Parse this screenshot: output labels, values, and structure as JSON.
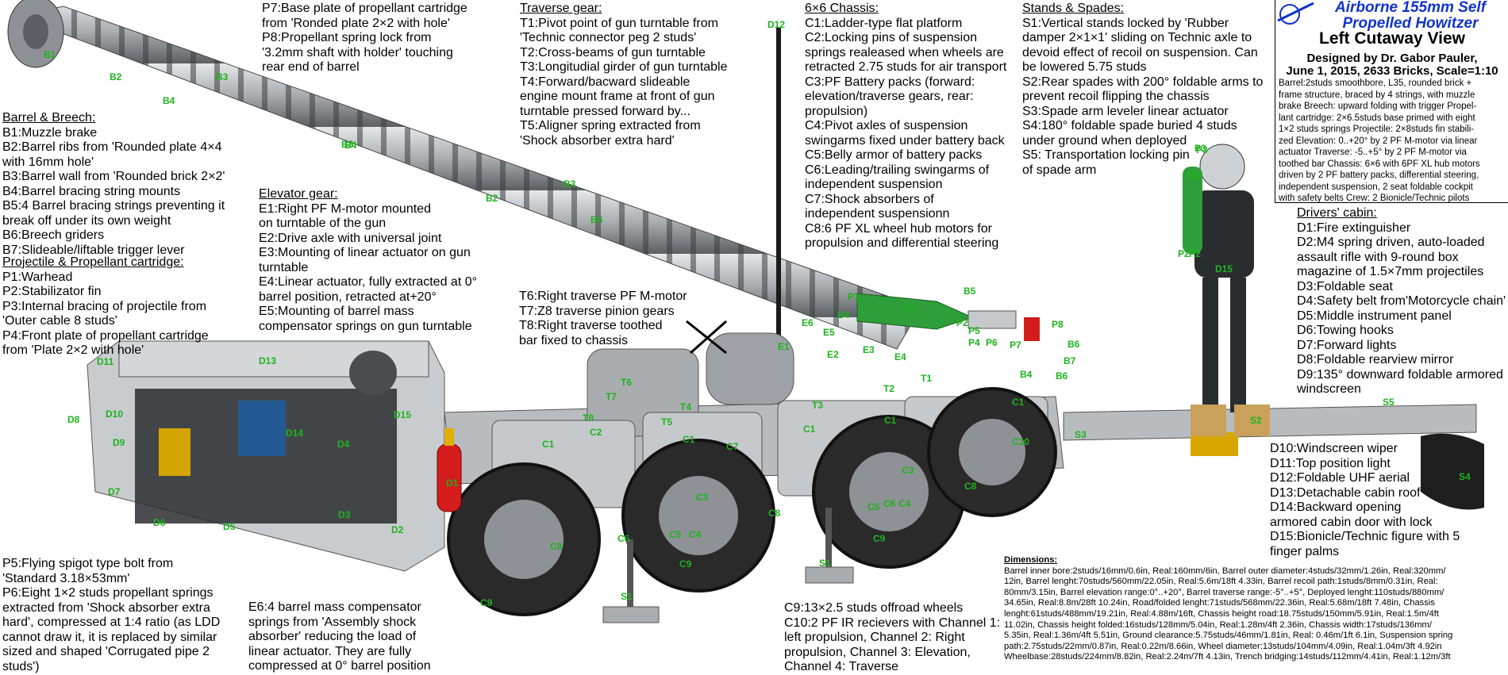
{
  "header": {
    "title": "Airborne 155mm Self Propelled Howitzer",
    "view": "Left Cutaway View",
    "author": "Designed by Dr. Gabor Pauler,",
    "date_line": "June 1, 2015, 2633 Bricks, Scale=1:10",
    "spec_lines": [
      "Barrel:2studs smoothbore, L35, rounded brick +",
      "frame structure, braced by 4 strings, with muzzle",
      "brake Breech: upward folding with trigger Propel-",
      "lant cartridge: 2×6.5studs base primed with eight",
      "1×2 studs springs Projectile: 2×8studs fin stabili-",
      "zed Elevation: 0..+20° by 2 PF M-motor via linear",
      "actuator Traverse: -5..+5° by 2 PF M-motor via",
      "toothed bar Chassis: 6×6 with 6PF XL hub motors",
      "driven by 2 PF battery packs, differential steering,",
      "independent suspension, 2 seat foldable cockpit",
      "with safety belts Crew: 2 Bionicle/Technic pilots"
    ]
  },
  "legend": {
    "barrel": {
      "heading": "Barrel & Breech:",
      "lines": [
        "B1:Muzzle brake",
        "B2:Barrel ribs from 'Rounded plate 4×4",
        "with 16mm hole'",
        "B3:Barrel wall from 'Rounded brick 2×2'",
        "B4:Barrel bracing string mounts",
        "B5:4 Barrel bracing strings preventing it",
        "break off under its own weight",
        "B6:Breech griders",
        "B7:Slideable/liftable trigger lever"
      ]
    },
    "projectile": {
      "heading": "Projectile & Propellant cartridge:",
      "lines": [
        "P1:Warhead",
        "P2:Stabilizator fin",
        "P3:Internal bracing of projectile from",
        "'Outer cable 8 studs'",
        "P4:Front plate of propellant cartridge",
        "from 'Plate 2×2 with hole'"
      ]
    },
    "p7p8": {
      "lines": [
        "P7:Base plate of propellant cartridge",
        "from 'Ronded plate 2×2 with hole'",
        "P8:Propellant spring lock from",
        "'3.2mm shaft with holder' touching",
        "rear end of barrel"
      ]
    },
    "elevator": {
      "heading": "Elevator gear:",
      "lines": [
        "E1:Right PF M-motor mounted",
        "on turntable of the gun",
        "E2:Drive axle with universal joint",
        "E3:Mounting of linear actuator on gun",
        "turntable",
        "E4:Linear actuator, fully extracted at 0°",
        "barrel position, retracted at+20°",
        "E5:Mounting of barrel mass",
        "compensator springs on gun turntable"
      ]
    },
    "traverse": {
      "heading": "Traverse gear:",
      "lines": [
        "T1:Pivot point of gun turntable from",
        "'Technic connector peg 2 studs'",
        "T2:Cross-beams of gun turntable",
        "T3:Longitudial girder of gun turntable",
        "T4:Forward/bacward slideable",
        "engine mount frame at front of gun",
        "turntable pressed forward by...",
        "T5:Aligner spring extracted from",
        "'Shock absorber extra hard'"
      ]
    },
    "traverse2": {
      "lines": [
        "T6:Right traverse PF M-motor",
        "T7:Z8 traverse pinion gears",
        "T8:Right traverse toothed",
        "bar fixed to chassis"
      ]
    },
    "chassis": {
      "heading": "6×6 Chassis:",
      "lines": [
        "C1:Ladder-type flat platform",
        "C2:Locking pins of suspension",
        "springs realeased when wheels are",
        "retracted 2.75 studs for air transport",
        "C3:PF Battery packs (forward:",
        "elevation/traverse gears, rear:",
        "propulsion)",
        "C4:Pivot axles of suspension",
        "swingarms fixed under battery back",
        "C5:Belly armor of battery packs",
        "C6:Leading/trailing swingarms of",
        "independent suspension",
        "C7:Shock absorbers of",
        "independent suspensionn",
        "C8:6 PF XL wheel hub motors for",
        "propulsion and differential steering"
      ]
    },
    "spades": {
      "heading": "Stands & Spades:",
      "lines": [
        "S1:Vertical stands locked by 'Rubber",
        "damper 2×1×1' sliding on Technic axle to",
        "devoid effect of recoil on suspension. Can",
        "be lowered 5.75 studs",
        "S2:Rear spades with 200° foldable arms to",
        "prevent recoil flipping the chassis",
        "S3:Spade arm leveler linear actuator",
        "S4:180° foldable spade buried 4 studs",
        "under ground when deployed",
        "S5: Transportation locking pin",
        "of spade arm"
      ]
    },
    "cabin": {
      "heading": "Drivers' cabin:",
      "lines": [
        "D1:Fire extinguisher",
        "D2:M4 spring driven, auto-loaded",
        "assault rifle with 9-round box",
        "magazine of 1.5×7mm projectiles",
        "D3:Foldable seat",
        "D4:Safety belt from'Motorcycle chain'",
        "D5:Middle instrument panel",
        "D6:Towing hooks",
        "D7:Forward lights",
        "D8:Foldable rearview mirror",
        "D9:135° downward foldable armored",
        "windscreen"
      ]
    },
    "cabin2": {
      "lines": [
        "D10:Windscreen wiper",
        "D11:Top position light",
        "D12:Foldable UHF aerial",
        "D13:Detachable cabin roof",
        "D14:Backward opening",
        "armored cabin door with lock",
        "D15:Bionicle/Technic figure with 5",
        "finger palms"
      ]
    },
    "p5p6": {
      "lines": [
        "P5:Flying spigot type bolt from",
        "'Standard 3.18×53mm'",
        "P6:Eight 1×2 studs propellant springs",
        "extracted from 'Shock absorber extra",
        "hard', compressed at 1:4 ratio (as LDD",
        "cannot draw it, it is replaced by similar",
        "sized and shaped 'Corrugated pipe 2",
        "studs')"
      ]
    },
    "e6": {
      "lines": [
        "E6:4 barrel mass compensator",
        "springs from 'Assembly shock",
        "absorber' reducing the load of",
        "linear actuator. They are fully",
        "compressed at 0° barrel position"
      ]
    },
    "wheels": {
      "lines": [
        "C9:13×2.5 studs offroad wheels",
        "C10:2 PF IR recievers with Channel 1:",
        "left propulsion, Channel 2: Right",
        "propulsion, Channel 3: Elevation,",
        "Channel 4: Traverse"
      ]
    }
  },
  "dimensions": {
    "heading": "Dimensions:",
    "lines": [
      "Barrel inner bore:2studs/16mm/0.6in, Real:160mm/6in, Barrel outer diameter:4studs/32mm/1.26in, Real:320mm/",
      "12in, Barrel lenght:70studs/560mm/22.05in, Real:5.6m/18ft 4.33in, Barrel recoil path:1studs/8mm/0.31in, Real:",
      "80mm/3.15in, Barrel elevation range:0°..+20°, Barrel traverse range:-5°..+5°, Deployed lenght:110studs/880mm/",
      "34.65in, Real:8.8m/28ft 10.24in, Road/folded lenght:71studs/568mm/22.36in, Real:5.68m/18ft 7.48in, Chassis",
      "lenght:61studs/488mm/19.21in, Real:4.88m/16ft, Chassis height road:18.75studs/150mm/5.91in, Real:1.5m/4ft",
      "11.02in, Chassis height folded:16studs/128mm/5.04in, Real:1.28m/4ft 2.36in, Chassis width:17studs/136mm/",
      "5.35in, Real:1.36m/4ft 5.51in, Ground clearance:5.75studs/46mm/1.81in, Real: 0.46m/1ft 6.1in, Suspension spring",
      "path:2.75studs/22mm/0.87in, Real:0.22m/8.66in, Wheel diameter:13studs/104mm/4.09in, Real:1.04m/3ft 4.92in",
      "Wheelbase:28studs/224mm/8.82in, Real:2.24m/7ft 4.13in, Trench bridging:14studs/112mm/4.41in, Real:1.12m/3ft"
    ]
  },
  "part_labels": [
    {
      "id": "B1",
      "text": "B1"
    },
    {
      "id": "B2a",
      "text": "B2"
    },
    {
      "id": "B3a",
      "text": "B3"
    },
    {
      "id": "B4a",
      "text": "B4"
    },
    {
      "id": "B3b",
      "text": "B3"
    },
    {
      "id": "B4b",
      "text": "B4"
    },
    {
      "id": "B2b",
      "text": "B2"
    },
    {
      "id": "B3c",
      "text": "B3"
    },
    {
      "id": "B4c",
      "text": "B4"
    },
    {
      "id": "B5",
      "text": "B5"
    },
    {
      "id": "B6a",
      "text": "B6"
    },
    {
      "id": "B6b",
      "text": "B6"
    },
    {
      "id": "B7",
      "text": "B7"
    },
    {
      "id": "B4d",
      "text": "B4"
    },
    {
      "id": "B4e",
      "text": "B4"
    },
    {
      "id": "P1a",
      "text": "P1"
    },
    {
      "id": "P1b",
      "text": "P1"
    },
    {
      "id": "P2a",
      "text": "P2"
    },
    {
      "id": "P2b",
      "text": "P2"
    },
    {
      "id": "P3a",
      "text": "P3"
    },
    {
      "id": "P3b",
      "text": "P3"
    },
    {
      "id": "P4",
      "text": "P4"
    },
    {
      "id": "P5",
      "text": "P5"
    },
    {
      "id": "P6",
      "text": "P6"
    },
    {
      "id": "P7",
      "text": "P7"
    },
    {
      "id": "P8",
      "text": "P8"
    },
    {
      "id": "E1",
      "text": "E1"
    },
    {
      "id": "E2",
      "text": "E2"
    },
    {
      "id": "E3",
      "text": "E3"
    },
    {
      "id": "E4",
      "text": "E4"
    },
    {
      "id": "E5",
      "text": "E5"
    },
    {
      "id": "E6",
      "text": "E6"
    },
    {
      "id": "T1",
      "text": "T1"
    },
    {
      "id": "T2",
      "text": "T2"
    },
    {
      "id": "T3",
      "text": "T3"
    },
    {
      "id": "T4",
      "text": "T4"
    },
    {
      "id": "T5",
      "text": "T5"
    },
    {
      "id": "T6",
      "text": "T6"
    },
    {
      "id": "T7",
      "text": "T7"
    },
    {
      "id": "T8",
      "text": "T8"
    },
    {
      "id": "C1a",
      "text": "C1"
    },
    {
      "id": "C1b",
      "text": "C1"
    },
    {
      "id": "C1c",
      "text": "C1"
    },
    {
      "id": "C1d",
      "text": "C1"
    },
    {
      "id": "C1e",
      "text": "C1"
    },
    {
      "id": "C2",
      "text": "C2"
    },
    {
      "id": "C3a",
      "text": "C3"
    },
    {
      "id": "C3b",
      "text": "C3"
    },
    {
      "id": "C4a",
      "text": "C4"
    },
    {
      "id": "C4b",
      "text": "C4"
    },
    {
      "id": "C5a",
      "text": "C5"
    },
    {
      "id": "C5b",
      "text": "C5"
    },
    {
      "id": "C6a",
      "text": "C6"
    },
    {
      "id": "C6b",
      "text": "C6"
    },
    {
      "id": "C7",
      "text": "C7"
    },
    {
      "id": "C8a",
      "text": "C8"
    },
    {
      "id": "C8b",
      "text": "C8"
    },
    {
      "id": "C8c",
      "text": "C8"
    },
    {
      "id": "C9a",
      "text": "C9"
    },
    {
      "id": "C9b",
      "text": "C9"
    },
    {
      "id": "C9c",
      "text": "C9"
    },
    {
      "id": "C10",
      "text": "C10"
    },
    {
      "id": "S1a",
      "text": "S1"
    },
    {
      "id": "S1b",
      "text": "S1"
    },
    {
      "id": "S2",
      "text": "S2"
    },
    {
      "id": "S3",
      "text": "S3"
    },
    {
      "id": "S4",
      "text": "S4"
    },
    {
      "id": "S5",
      "text": "S5"
    },
    {
      "id": "D1",
      "text": "D1"
    },
    {
      "id": "D2",
      "text": "D2"
    },
    {
      "id": "D3",
      "text": "D3"
    },
    {
      "id": "D4",
      "text": "D4"
    },
    {
      "id": "D5",
      "text": "D5"
    },
    {
      "id": "D6",
      "text": "D6"
    },
    {
      "id": "D7",
      "text": "D7"
    },
    {
      "id": "D8",
      "text": "D8"
    },
    {
      "id": "D9",
      "text": "D9"
    },
    {
      "id": "D10",
      "text": "D10"
    },
    {
      "id": "D11",
      "text": "D11"
    },
    {
      "id": "D12",
      "text": "D12"
    },
    {
      "id": "D13",
      "text": "D13"
    },
    {
      "id": "D14",
      "text": "D14"
    },
    {
      "id": "D15a",
      "text": "D15"
    },
    {
      "id": "D15b",
      "text": "D15"
    },
    {
      "id": "P1c",
      "text": "P1"
    },
    {
      "id": "P2c",
      "text": "P2"
    },
    {
      "id": "P3c",
      "text": "P3"
    }
  ],
  "colors": {
    "label_green": "#1db31d",
    "title_blue": "#1133cc",
    "lego_gray": "#a9adb0",
    "lego_dark": "#3a3d40",
    "warhead_green": "#2e9e3a",
    "extinguisher_red": "#d41c1c"
  }
}
